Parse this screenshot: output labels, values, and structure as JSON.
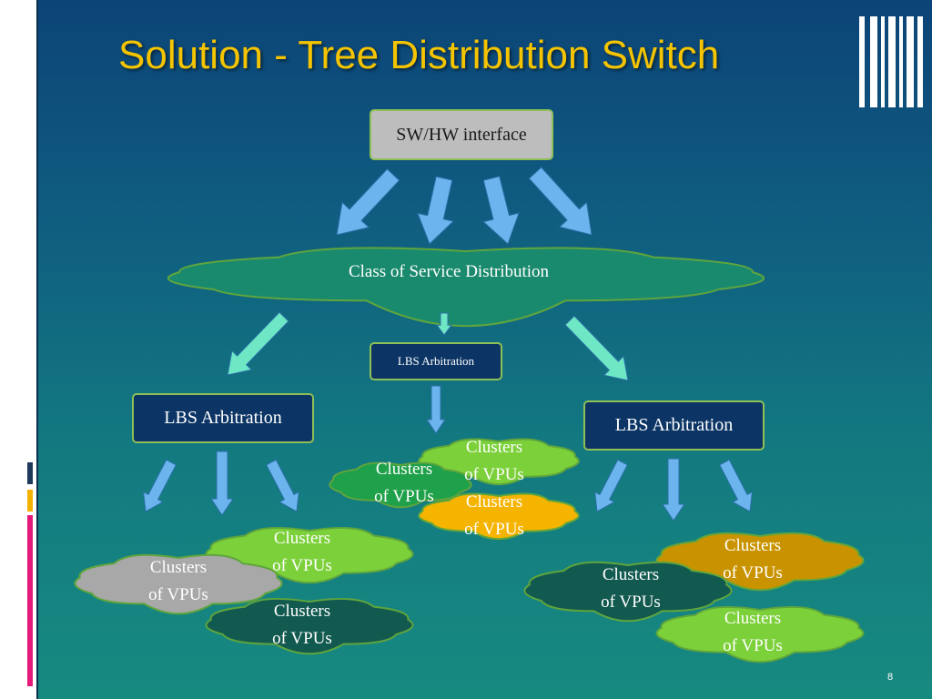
{
  "slide": {
    "title": "Solution - Tree Distribution Switch",
    "page_number": "8"
  },
  "diagram": {
    "top_box": "SW/HW interface",
    "distribution_cloud": "Class of Service Distribution",
    "lbs_center": "LBS Arbitration",
    "lbs_left": "LBS Arbitration",
    "lbs_right": "LBS Arbitration",
    "cluster_label_line1": "Clusters",
    "cluster_label_line2": "of VPUs"
  },
  "colors": {
    "title": "#f5c400",
    "box_fill": "#0c3565",
    "box_border": "#8fbf57",
    "top_box_fill": "#bdbdbd",
    "cloud_teal": "#1a8a6e",
    "cloud_lightgreen": "#7cd03a",
    "cloud_darkgreen": "#125a50",
    "cloud_orange": "#f5b400",
    "cloud_gold": "#c99300",
    "cloud_gray": "#a8a8a8",
    "arrow_blue": "#6cb4ee",
    "arrow_mint": "#6ee8c4"
  }
}
